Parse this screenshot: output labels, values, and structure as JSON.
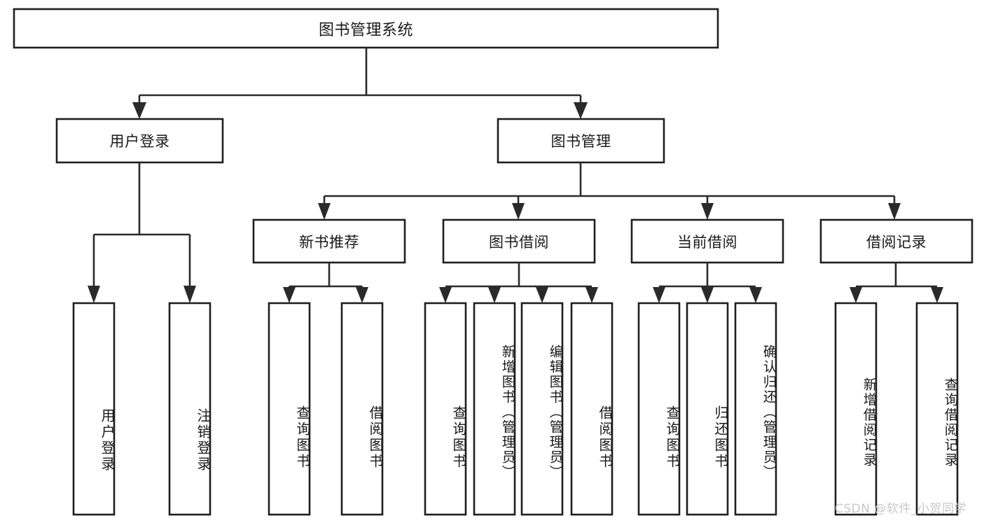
{
  "diagram": {
    "title": "图书管理系统",
    "type": "hierarchy-tree",
    "root": {
      "id": "root",
      "label": "图书管理系统"
    },
    "level2": [
      {
        "id": "user-login",
        "label": "用户登录"
      },
      {
        "id": "book-management",
        "label": "图书管理"
      }
    ],
    "level3": [
      {
        "id": "new-book-recommend",
        "label": "新书推荐"
      },
      {
        "id": "book-borrow",
        "label": "图书借阅"
      },
      {
        "id": "current-borrow",
        "label": "当前借阅"
      },
      {
        "id": "borrow-record",
        "label": "借阅记录"
      }
    ],
    "leaves": {
      "user_login": [
        {
          "id": "leaf-user-login",
          "label": "用户登录"
        },
        {
          "id": "leaf-logout-login",
          "label": "注销登录"
        }
      ],
      "new_book_recommend": [
        {
          "id": "leaf-query-book-1",
          "label": "查询图书"
        },
        {
          "id": "leaf-borrow-book-1",
          "label": "借阅图书"
        }
      ],
      "book_borrow": [
        {
          "id": "leaf-query-book-2",
          "label": "查询图书"
        },
        {
          "id": "leaf-add-book",
          "label": "新增图书（管理员）"
        },
        {
          "id": "leaf-edit-book",
          "label": "编辑图书（管理员）"
        },
        {
          "id": "leaf-borrow-book-2",
          "label": "借阅图书"
        }
      ],
      "current_borrow": [
        {
          "id": "leaf-query-book-3",
          "label": "查询图书"
        },
        {
          "id": "leaf-return-book",
          "label": "归还图书"
        },
        {
          "id": "leaf-confirm-return",
          "label": "确认归还（管理员）"
        }
      ],
      "borrow_record": [
        {
          "id": "leaf-add-record",
          "label": "新增借阅记录"
        },
        {
          "id": "leaf-query-record",
          "label": "查询借阅记录"
        }
      ]
    }
  },
  "watermark": {
    "text": "CSDN @软件_小贺同学"
  },
  "colors": {
    "box_stroke": "#1f1f1f",
    "box_fill": "#ffffff",
    "connector": "#2a2a2a",
    "text": "#1a1a1a",
    "watermark": "#c9c9c9",
    "background": "#ffffff"
  }
}
